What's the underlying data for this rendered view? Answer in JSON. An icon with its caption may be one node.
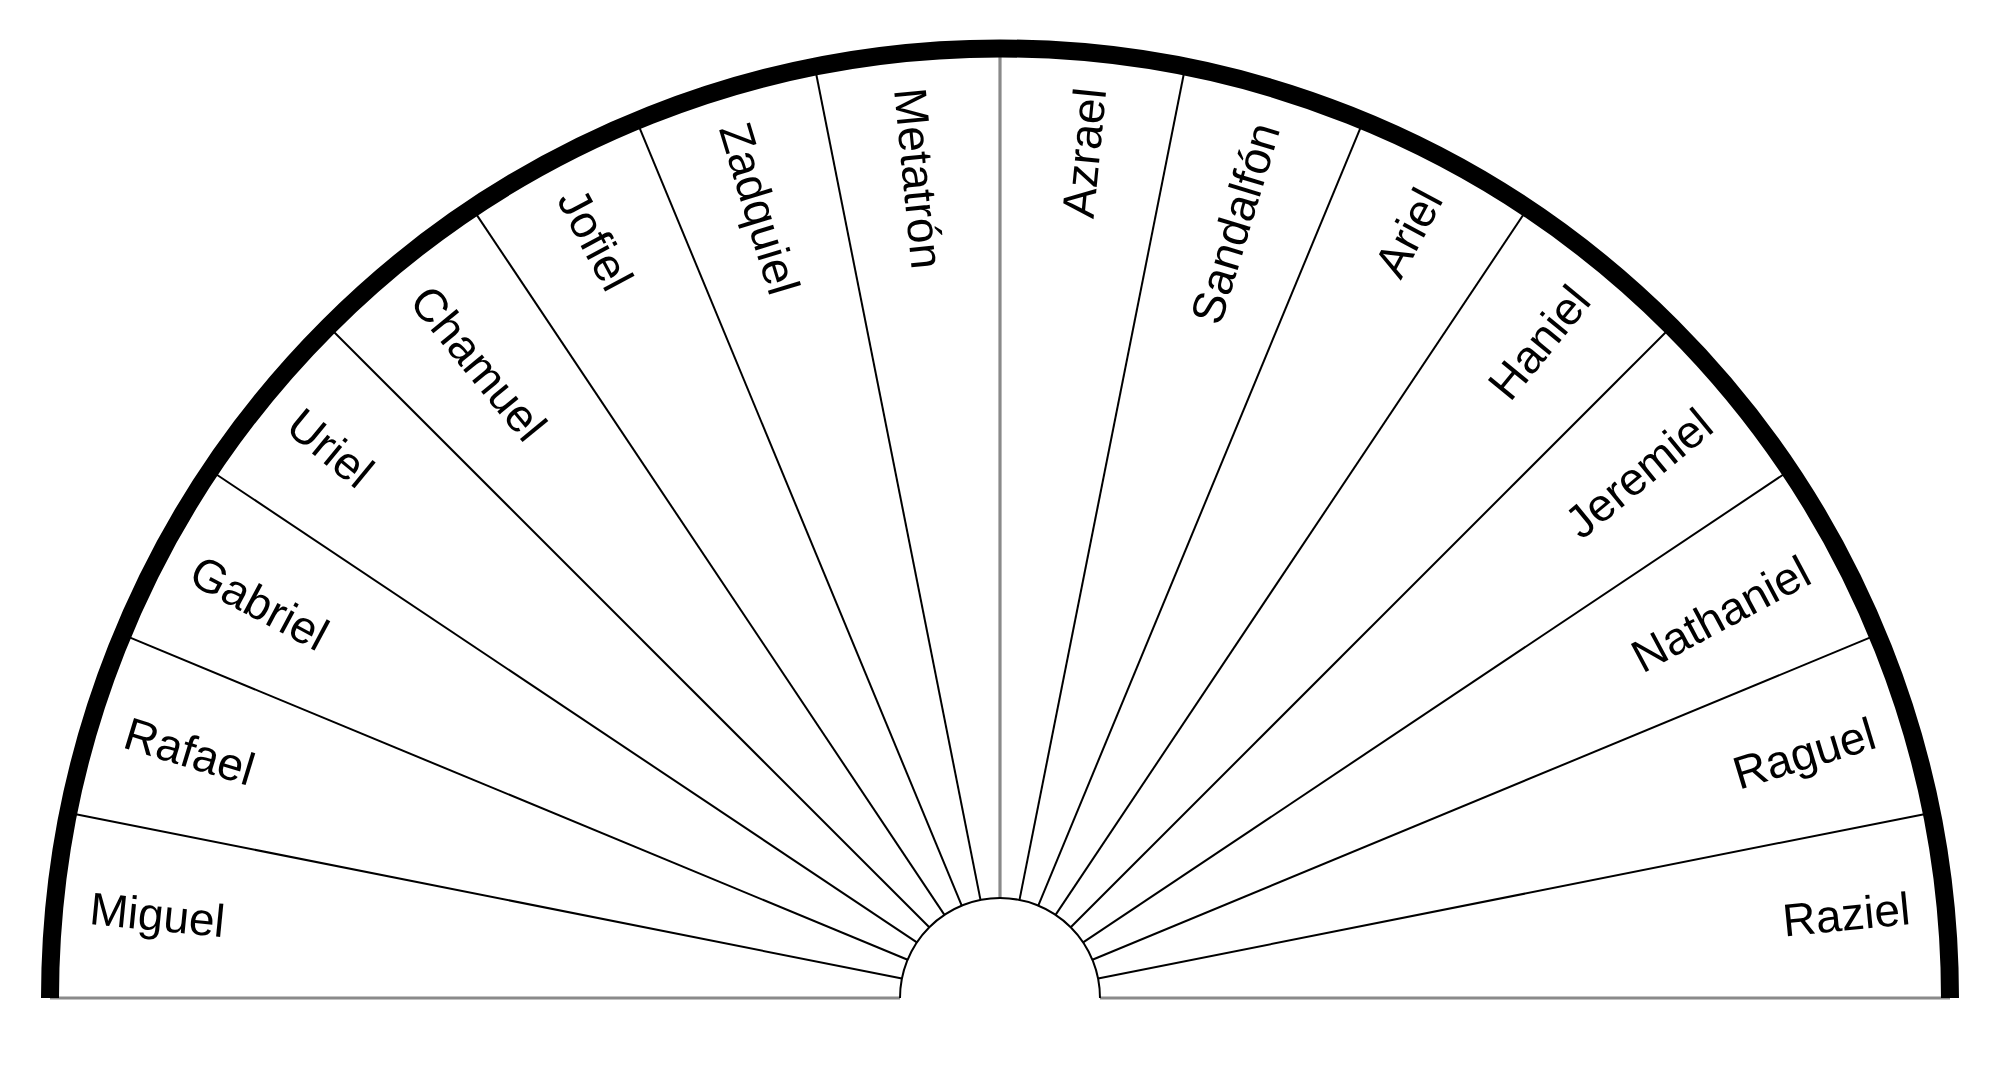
{
  "diagram": {
    "nodes": [
      {
        "text": [
          "Miguel"
        ]
      },
      {
        "text": [
          "Rafael"
        ]
      },
      {
        "text": [
          "Gabriel"
        ]
      },
      {
        "text": [
          "Uriel"
        ]
      },
      {
        "text": [
          "Chamuel"
        ]
      },
      {
        "text": [
          "Jofiel"
        ]
      },
      {
        "text": [
          "Zadquiel"
        ]
      },
      {
        "text": [
          "Metatrón"
        ]
      },
      {
        "text": [
          "Azrael"
        ]
      },
      {
        "text": [
          "Sandalfón"
        ]
      },
      {
        "text": [
          "Ariel"
        ]
      },
      {
        "text": [
          "Haniel"
        ]
      },
      {
        "text": [
          "Jeremiel"
        ]
      },
      {
        "text": [
          "Nathaniel"
        ]
      },
      {
        "text": [
          "Raguel"
        ]
      },
      {
        "text": [
          "Raziel"
        ]
      }
    ]
  }
}
